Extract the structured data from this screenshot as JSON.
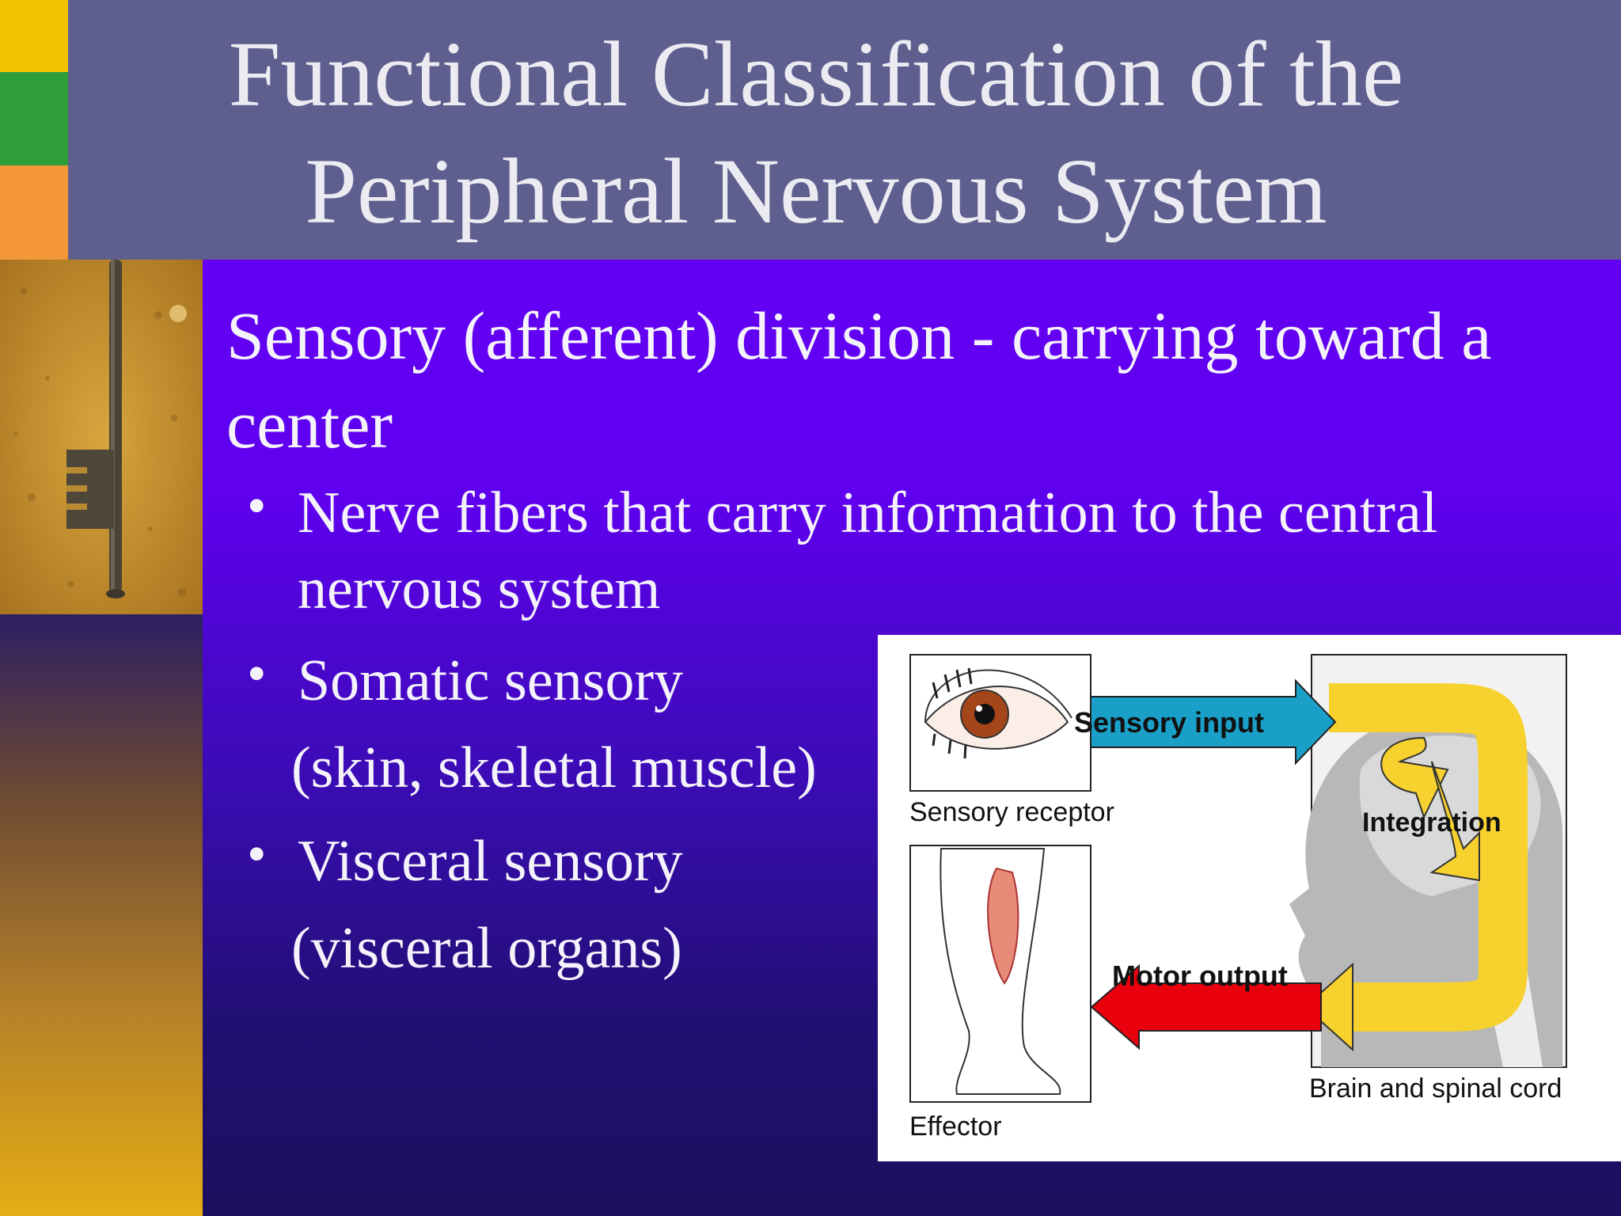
{
  "slide": {
    "title": "Functional Classification of the\nPeripheral Nervous System",
    "main_point": "Sensory (afferent) division - carrying toward a center",
    "sub_points": [
      "Nerve fibers that carry information to the central nervous system",
      "Somatic sensory",
      "(skin, skeletal muscle)",
      "Visceral sensory",
      "(visceral organs)"
    ]
  },
  "diagram": {
    "sensory_input": "Sensory input",
    "sensory_receptor": "Sensory receptor",
    "integration": "Integration",
    "motor_output": "Motor output",
    "effector": "Effector",
    "brain_spinal": "Brain and spinal cord",
    "colors": {
      "sensory_arrow": "#1aa0c8",
      "motor_arrow": "#e8000c",
      "integration_loop": "#f7d12e"
    }
  },
  "decor": {
    "colors": {
      "title_band": "#5e5f8e",
      "content_top": "#6300f4",
      "content_bottom": "#1c0f5e"
    },
    "icons": [
      "key-photo",
      "eye-icon",
      "leg-muscle-icon",
      "head-silhouette-icon"
    ]
  }
}
